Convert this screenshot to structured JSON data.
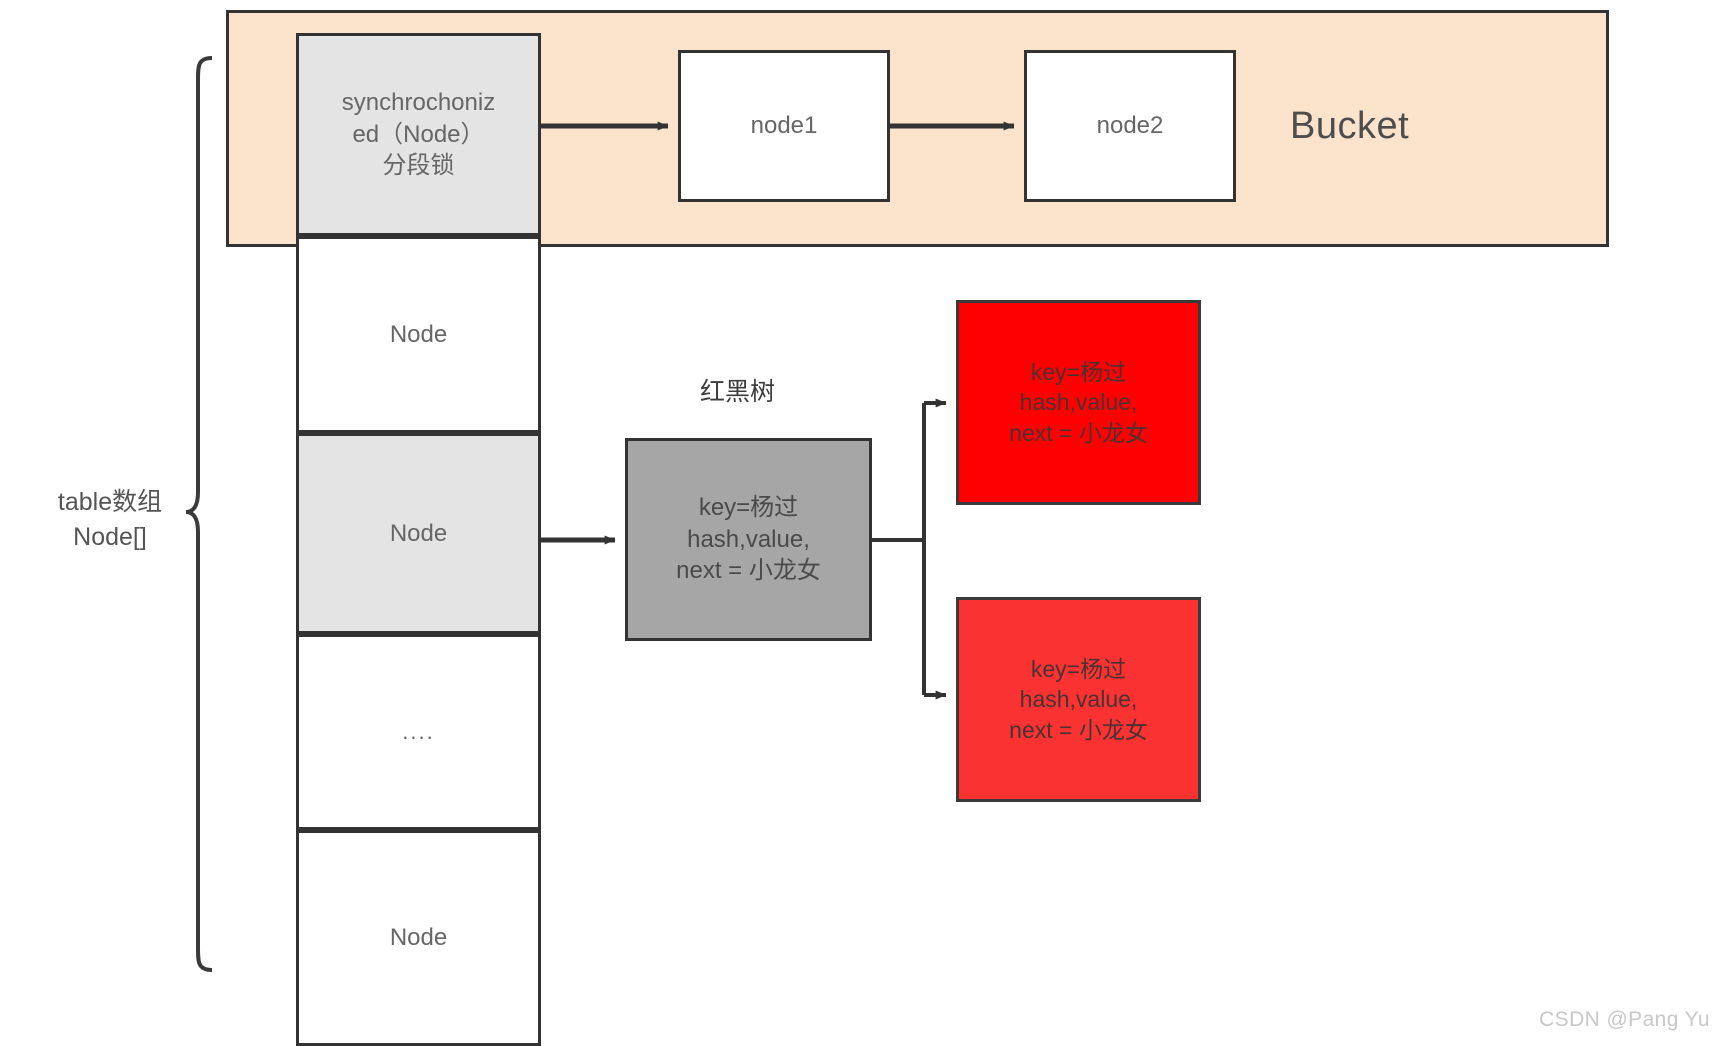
{
  "diagram": {
    "title_watermark": "CSDN @Pang Yu",
    "colors": {
      "bucket_fill": "#fce3cb",
      "cell_gray": "#e4e4e4",
      "tree_root_gray": "#a6a6a6",
      "leaf_red_top": "#ff0000",
      "leaf_red_bottom": "#fa3232",
      "stroke": "#333333"
    }
  },
  "bucket": {
    "label": "Bucket",
    "nodes": [
      {
        "label": "node1"
      },
      {
        "label": "node2"
      }
    ]
  },
  "table_array": {
    "label": "table数组\nNode[]",
    "cells": [
      {
        "label": "synchrochoniz\ned（Node）\n分段锁",
        "fill": "gray"
      },
      {
        "label": "Node",
        "fill": "white"
      },
      {
        "label": "Node",
        "fill": "gray"
      },
      {
        "label": "....",
        "fill": "white"
      },
      {
        "label": "Node",
        "fill": "white"
      }
    ]
  },
  "tree": {
    "label": "红黑树",
    "root": {
      "label": "key=杨过\nhash,value,\nnext = 小龙女"
    },
    "leaves": [
      {
        "label": "key=杨过\nhash,value,\nnext = 小龙女"
      },
      {
        "label": "key=杨过\nhash,value,\nnext = 小龙女"
      }
    ]
  }
}
